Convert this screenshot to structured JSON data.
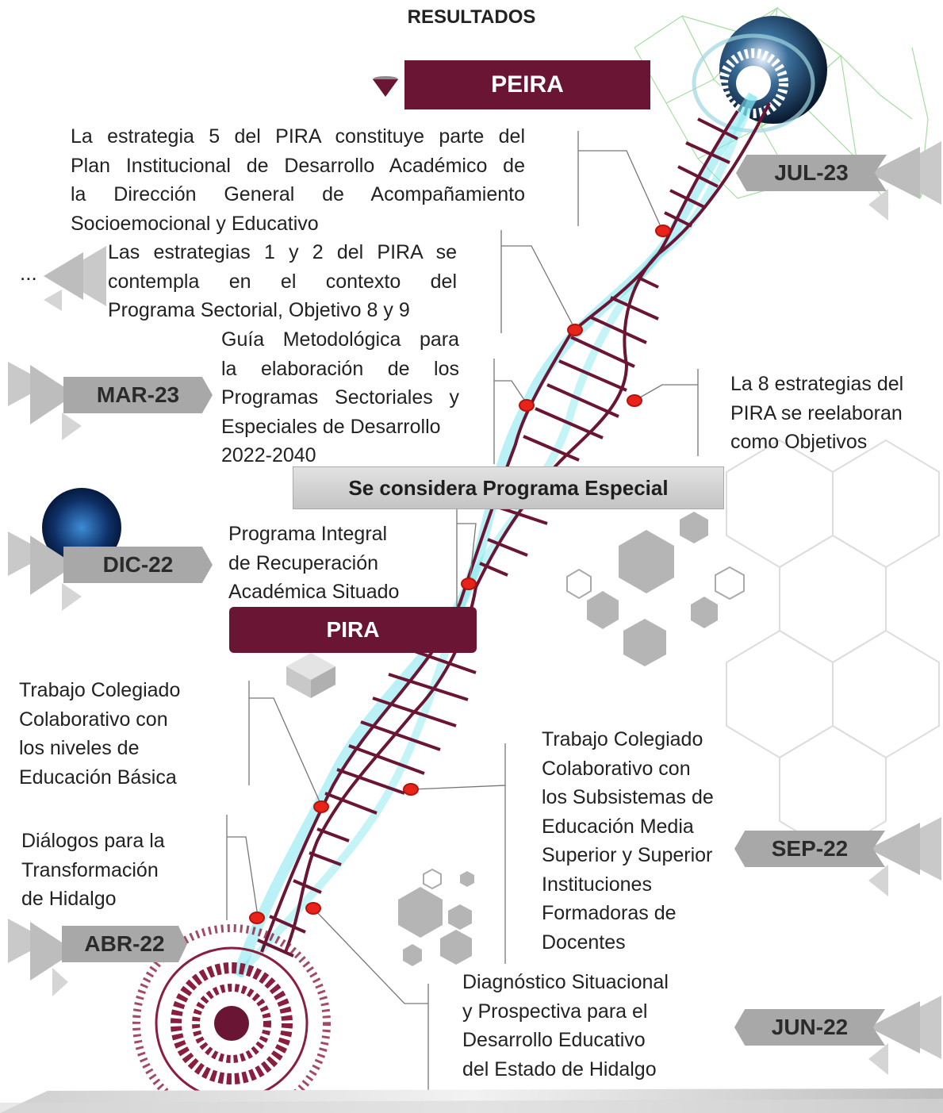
{
  "header": {
    "title": "RESULTADOS"
  },
  "banners": {
    "peira": "PEIRA",
    "pira": "PIRA",
    "programa_especial": "Se considera Programa Especial"
  },
  "dates": {
    "jul23": "JUL-23",
    "mar23": "MAR-23",
    "dic22": "DIC-22",
    "sep22": "SEP-22",
    "abr22": "ABR-22",
    "jun22": "JUN-22"
  },
  "ellipsis": "...",
  "notes": {
    "estrategia5": [
      "La estrategia 5 del PIRA constituye parte del",
      "Plan Institucional de Desarrollo Académico de",
      "la Dirección General de Acompañamiento",
      "Socioemocional y Educativo"
    ],
    "estrategias12": [
      "Las estrategias 1 y 2 del PIRA se",
      "contempla en el contexto del",
      "Programa Sectorial, Objetivo 8 y 9"
    ],
    "guia": [
      "Guía Metodológica para",
      "la elaboración de los",
      "Programas Sectoriales y",
      "Especiales de Desarrollo",
      "2022-2040"
    ],
    "ocho": [
      "La 8 estrategias del",
      "PIRA se reelaboran",
      "como Objetivos"
    ],
    "programa": [
      "Programa Integral",
      "de Recuperación",
      "Académica Situado"
    ],
    "basica": [
      "Trabajo Colegiado",
      "Colaborativo con",
      "los niveles de",
      "Educación Básica"
    ],
    "dialogos": [
      "Diálogos para la",
      "Transformación",
      "de Hidalgo"
    ],
    "media": [
      "Trabajo Colegiado",
      "Colaborativo con",
      "los Subsistemas de",
      "Educación Media",
      "Superior y Superior",
      "Instituciones",
      "Formadoras de",
      "Docentes"
    ],
    "diagnostico": [
      "Diagnóstico Situacional",
      "y Prospectiva para el",
      "Desarrollo Educativo",
      "del Estado de Hidalgo"
    ]
  },
  "colors": {
    "maroon": "#6a1533",
    "tag_gray": "#a8a8a8",
    "helix_cyan": "#7fe6ee",
    "node_red": "#e8241a"
  }
}
